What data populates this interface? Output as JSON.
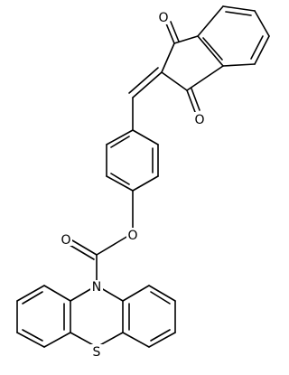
{
  "atoms": [
    {
      "id": "O_top",
      "symbol": "O"
    },
    {
      "id": "O_right",
      "symbol": "O"
    },
    {
      "id": "O_ester",
      "symbol": "O"
    },
    {
      "id": "O_carbonyl",
      "symbol": "O"
    },
    {
      "id": "N",
      "symbol": "N"
    },
    {
      "id": "S",
      "symbol": "S"
    }
  ]
}
